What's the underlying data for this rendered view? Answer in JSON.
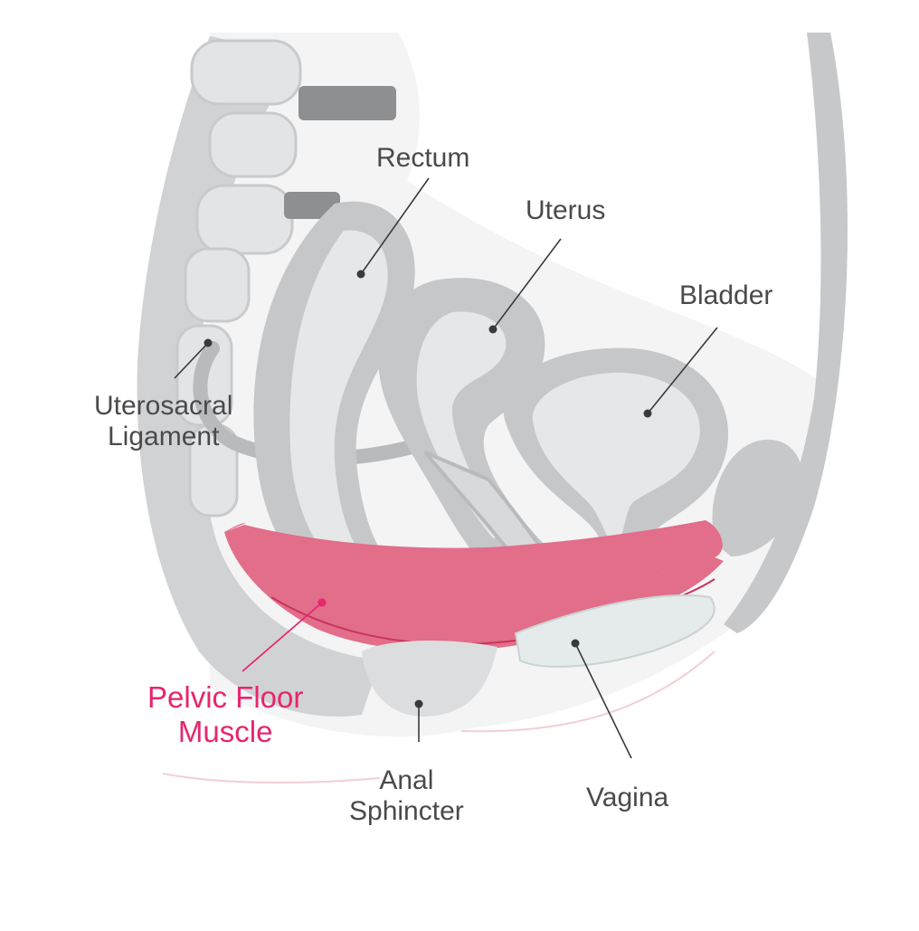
{
  "colors": {
    "label_text": "#4a4a4c",
    "accent": "#e6266f",
    "muscle_fill": "#e26e89",
    "tissue_light": "#e6e7e8",
    "tissue_mid": "#c8c9cb",
    "tissue_dark": "#9d9ea0",
    "leader_line": "#3a3a3a"
  },
  "labels": {
    "rectum": "Rectum",
    "uterus": "Uterus",
    "bladder": "Bladder",
    "uterosacral_line1": "Uterosacral",
    "uterosacral_line2": "Ligament",
    "pelvic_line1": "Pelvic Floor",
    "pelvic_line2": "Muscle",
    "anal_line1": "Anal",
    "anal_line2": "Sphincter",
    "vagina": "Vagina"
  }
}
